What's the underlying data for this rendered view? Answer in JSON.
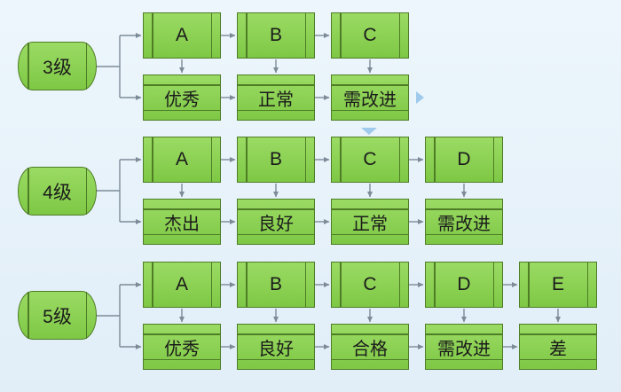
{
  "colors": {
    "background_top": "#edf6fc",
    "background_bottom": "#e1eef8",
    "node_fill_top": "#9bdb64",
    "node_fill_bottom": "#7ec845",
    "node_border": "#4e7d26",
    "connector": "#7d8b98",
    "hint_arrow": "#9fcaec",
    "text": "#1b1b1b"
  },
  "icons": {
    "hint_right": "triangle-right",
    "hint_down": "triangle-down"
  },
  "rows": [
    {
      "level": "3级",
      "grades": [
        "A",
        "B",
        "C"
      ],
      "ratings": [
        "优秀",
        "正常",
        "需改进"
      ]
    },
    {
      "level": "4级",
      "grades": [
        "A",
        "B",
        "C",
        "D"
      ],
      "ratings": [
        "杰出",
        "良好",
        "正常",
        "需改进"
      ]
    },
    {
      "level": "5级",
      "grades": [
        "A",
        "B",
        "C",
        "D",
        "E"
      ],
      "ratings": [
        "优秀",
        "良好",
        "合格",
        "需改进",
        "差"
      ]
    }
  ]
}
